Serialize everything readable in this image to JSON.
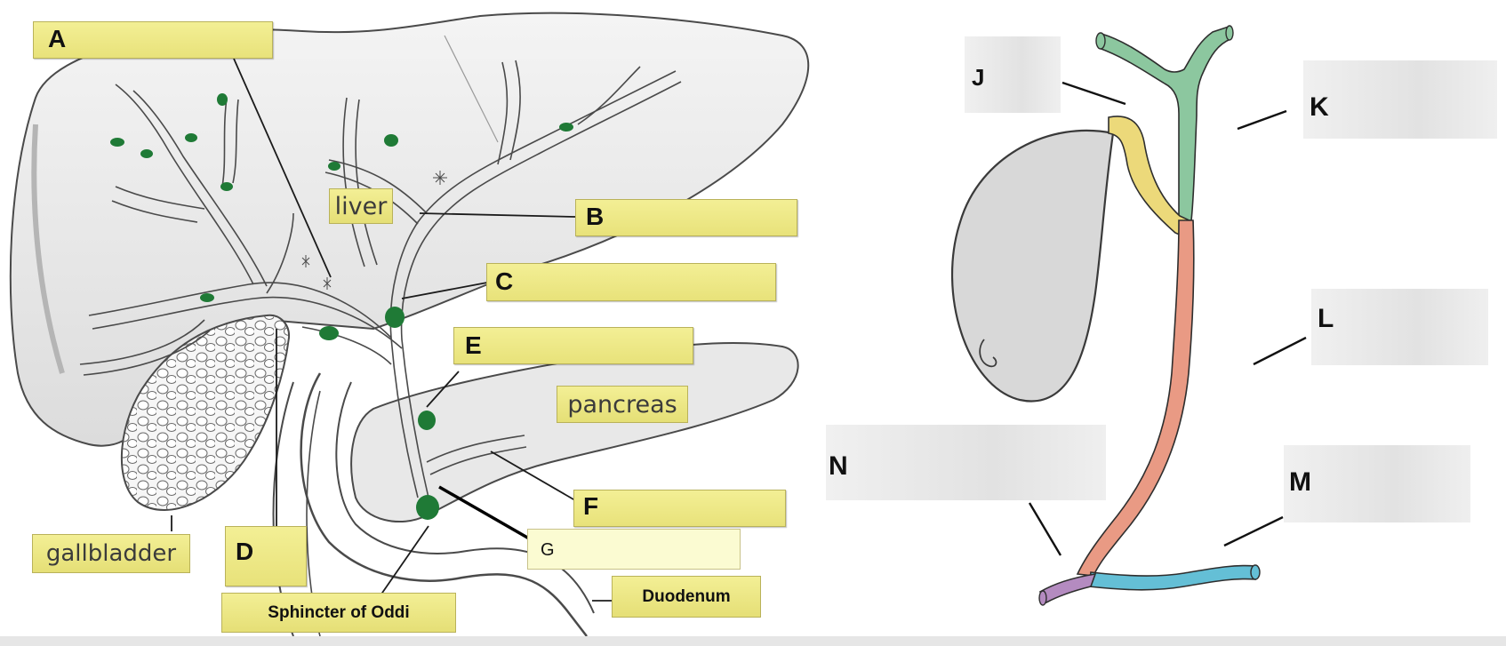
{
  "left_diagram": {
    "labels": {
      "a": "A",
      "b": "B",
      "c": "C",
      "d": "D",
      "e": "E",
      "f": "F",
      "g": "G"
    },
    "organ_labels": {
      "liver": "liver",
      "pancreas": "pancreas",
      "gallbladder": "gallbladder",
      "sphincter": "Sphincter of Oddi",
      "duodenum": "Duodenum"
    }
  },
  "right_diagram": {
    "labels": {
      "j": "J",
      "k": "K",
      "l": "L",
      "m": "M",
      "n": "N"
    },
    "duct_colors": {
      "hepatic": "#8cc79f",
      "cystic": "#ecd97a",
      "common_bile": "#e99a84",
      "pancreatic": "#64bfd6",
      "ampulla": "#b48bc0",
      "gallbladder": "#d8d8d8"
    }
  },
  "colors": {
    "label_box_fill": "#efe98a",
    "label_box_border": "#b9b25a",
    "nodule_green": "#1f7a36",
    "outline": "#4a4a4a"
  }
}
